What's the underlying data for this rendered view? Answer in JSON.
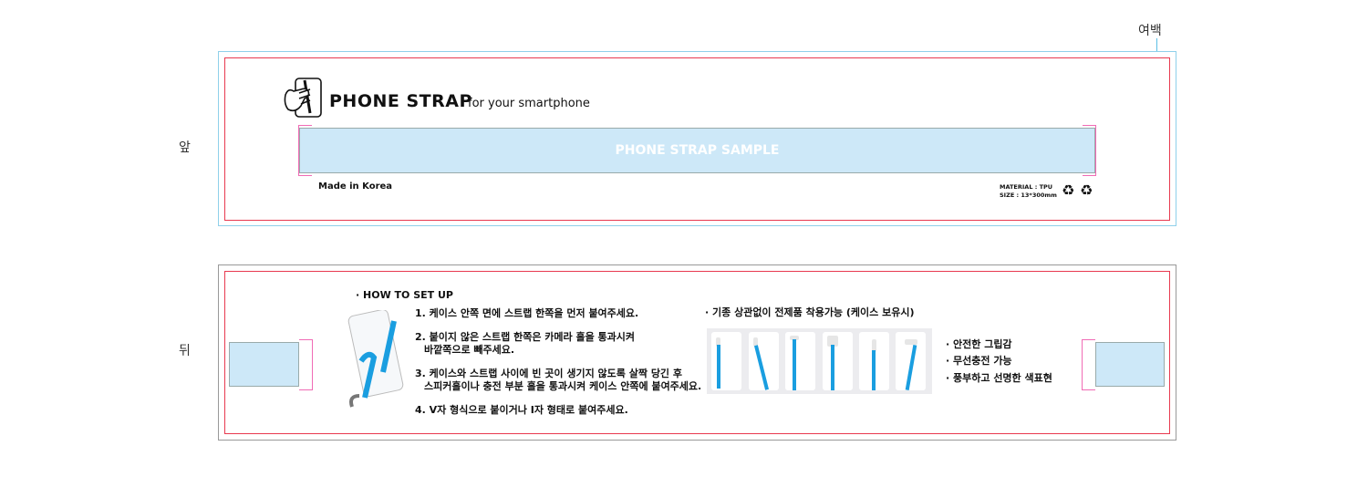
{
  "margin_label": "여백",
  "front": {
    "side_label": "앞",
    "brand": "PHONE STRAP",
    "tagline": "for your smartphone",
    "sample_text": "PHONE STRAP SAMPLE",
    "made_in": "Made in Korea",
    "material": "MATERIAL : TPU",
    "size": "SIZE : 13*300mm",
    "colors": {
      "strap": "#cde8f8",
      "trim": "#e8394f",
      "bracket": "#f06bb5"
    }
  },
  "back": {
    "side_label": "뒤",
    "howto_title": "· HOW TO SET UP",
    "steps": [
      {
        "line1": "1. 케이스 안쪽 면에 스트랩 한쪽을 먼저 붙여주세요.",
        "line2": ""
      },
      {
        "line1": "2. 붙이지 않은 스트랩 한쪽은 카메라 홀을 통과시켜",
        "line2": "바깥쪽으로 빼주세요."
      },
      {
        "line1": "3. 케이스와 스트랩 사이에 빈 곳이 생기지 않도록 살짝 당긴 후",
        "line2": "스피커홀이나 충전 부분 홀을 통과시켜 케이스 안쪽에 붙여주세요."
      },
      {
        "line1": "4. V자 형식으로 붙이거나 I자 형태로 붙여주세요.",
        "line2": ""
      }
    ],
    "compat_title": "· 기종 상관없이 전제품 착용가능 (케이스 보유시)",
    "features": [
      "· 안전한 그립감",
      "· 무선충전 가능",
      "· 풍부하고 선명한 색표현"
    ]
  }
}
